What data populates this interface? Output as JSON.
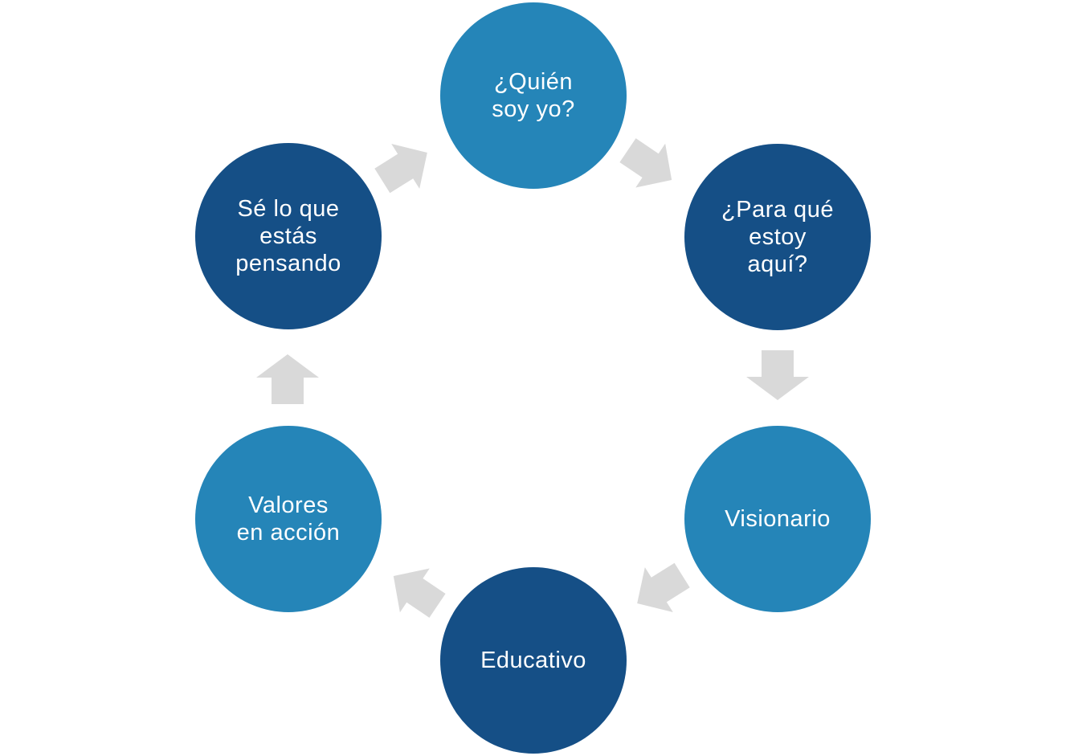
{
  "cycle": {
    "nodes": [
      {
        "id": "quien",
        "label": "¿Quién\nsoy yo?",
        "tone": "light"
      },
      {
        "id": "para-que",
        "label": "¿Para qué\nestoy\naquí?",
        "tone": "dark"
      },
      {
        "id": "visionario",
        "label": "Visionario",
        "tone": "light"
      },
      {
        "id": "educativo",
        "label": "Educativo",
        "tone": "dark"
      },
      {
        "id": "valores",
        "label": "Valores\nen acción",
        "tone": "light"
      },
      {
        "id": "se-lo-que",
        "label": "Sé lo que\nestás\npensando",
        "tone": "dark"
      }
    ],
    "colors": {
      "light_node": "#2585b8",
      "dark_node": "#154f86",
      "arrow": "#d9d9d9",
      "text": "#ffffff"
    }
  }
}
